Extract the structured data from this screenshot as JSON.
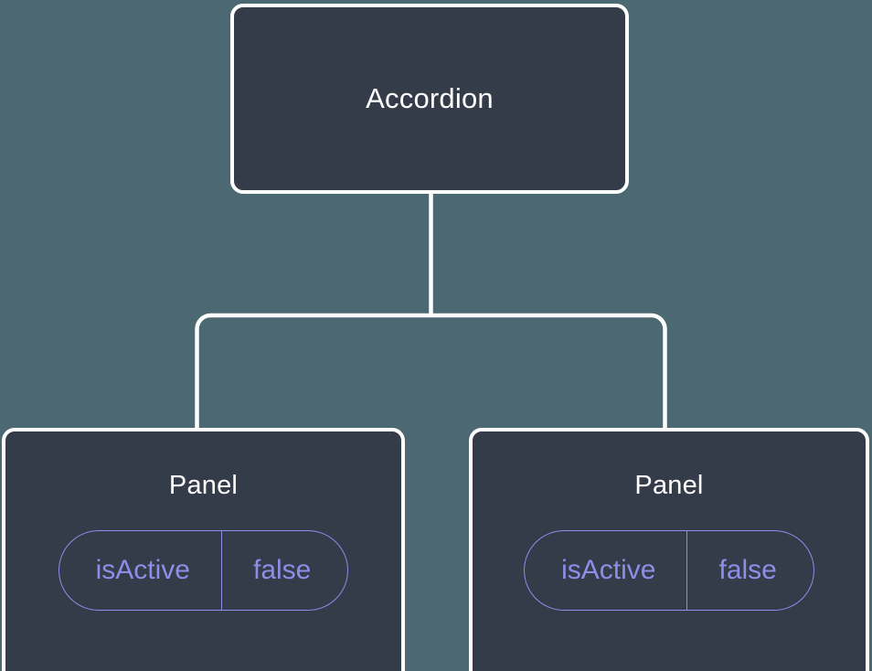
{
  "canvas": {
    "background_color": "#4c6872",
    "node_fill_color": "#343b49",
    "node_border_color": "#ffffff",
    "connector_color": "#ffffff",
    "accent_color": "#8b8fe8",
    "title_color": "#ffffff"
  },
  "tree": {
    "root": {
      "label": "Accordion"
    },
    "children": [
      {
        "label": "Panel",
        "state": {
          "key": "isActive",
          "value": "false"
        }
      },
      {
        "label": "Panel",
        "state": {
          "key": "isActive",
          "value": "false"
        }
      }
    ]
  }
}
